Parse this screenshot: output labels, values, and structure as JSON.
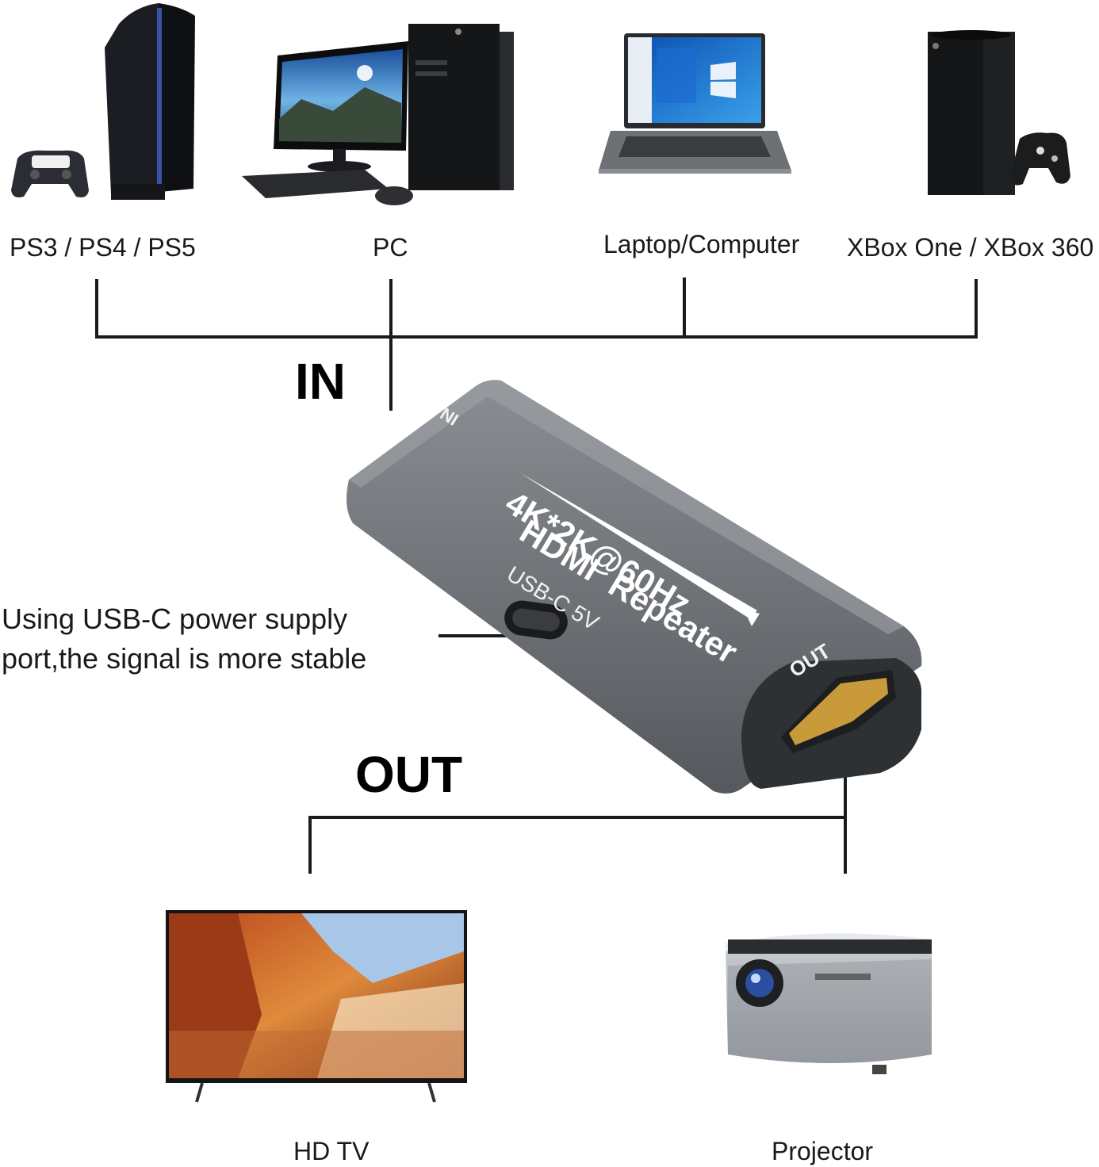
{
  "sources": {
    "ps": "PS3 / PS4 / PS5",
    "pc": "PC",
    "laptop": "Laptop/Computer",
    "xbox": "XBox One / XBox 360"
  },
  "in_label": "IN",
  "out_label": "OUT",
  "device": {
    "port_in": "IN",
    "port_out": "OUT",
    "title": "HDMI  Repeater",
    "spec": "4K*2K@60Hz",
    "usb": "USB-C 5V"
  },
  "note": {
    "line1": "Using USB-C power supply",
    "line2": "port,the signal is more stable"
  },
  "outputs": {
    "tv": "HD TV",
    "projector": "Projector"
  },
  "icons": [
    "gamepad-icon",
    "console-icon",
    "desktop-pc-icon",
    "laptop-icon",
    "xbox-icon",
    "hdmi-repeater-icon",
    "tv-icon",
    "projector-icon"
  ]
}
